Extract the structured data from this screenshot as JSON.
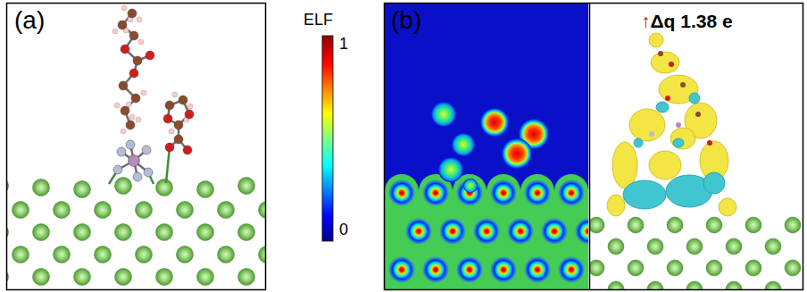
{
  "diagram": {
    "labels": [
      "(a)",
      "ELF",
      "1",
      "0",
      "(b)",
      "↑Δq 1.38 e"
    ]
  }
}
